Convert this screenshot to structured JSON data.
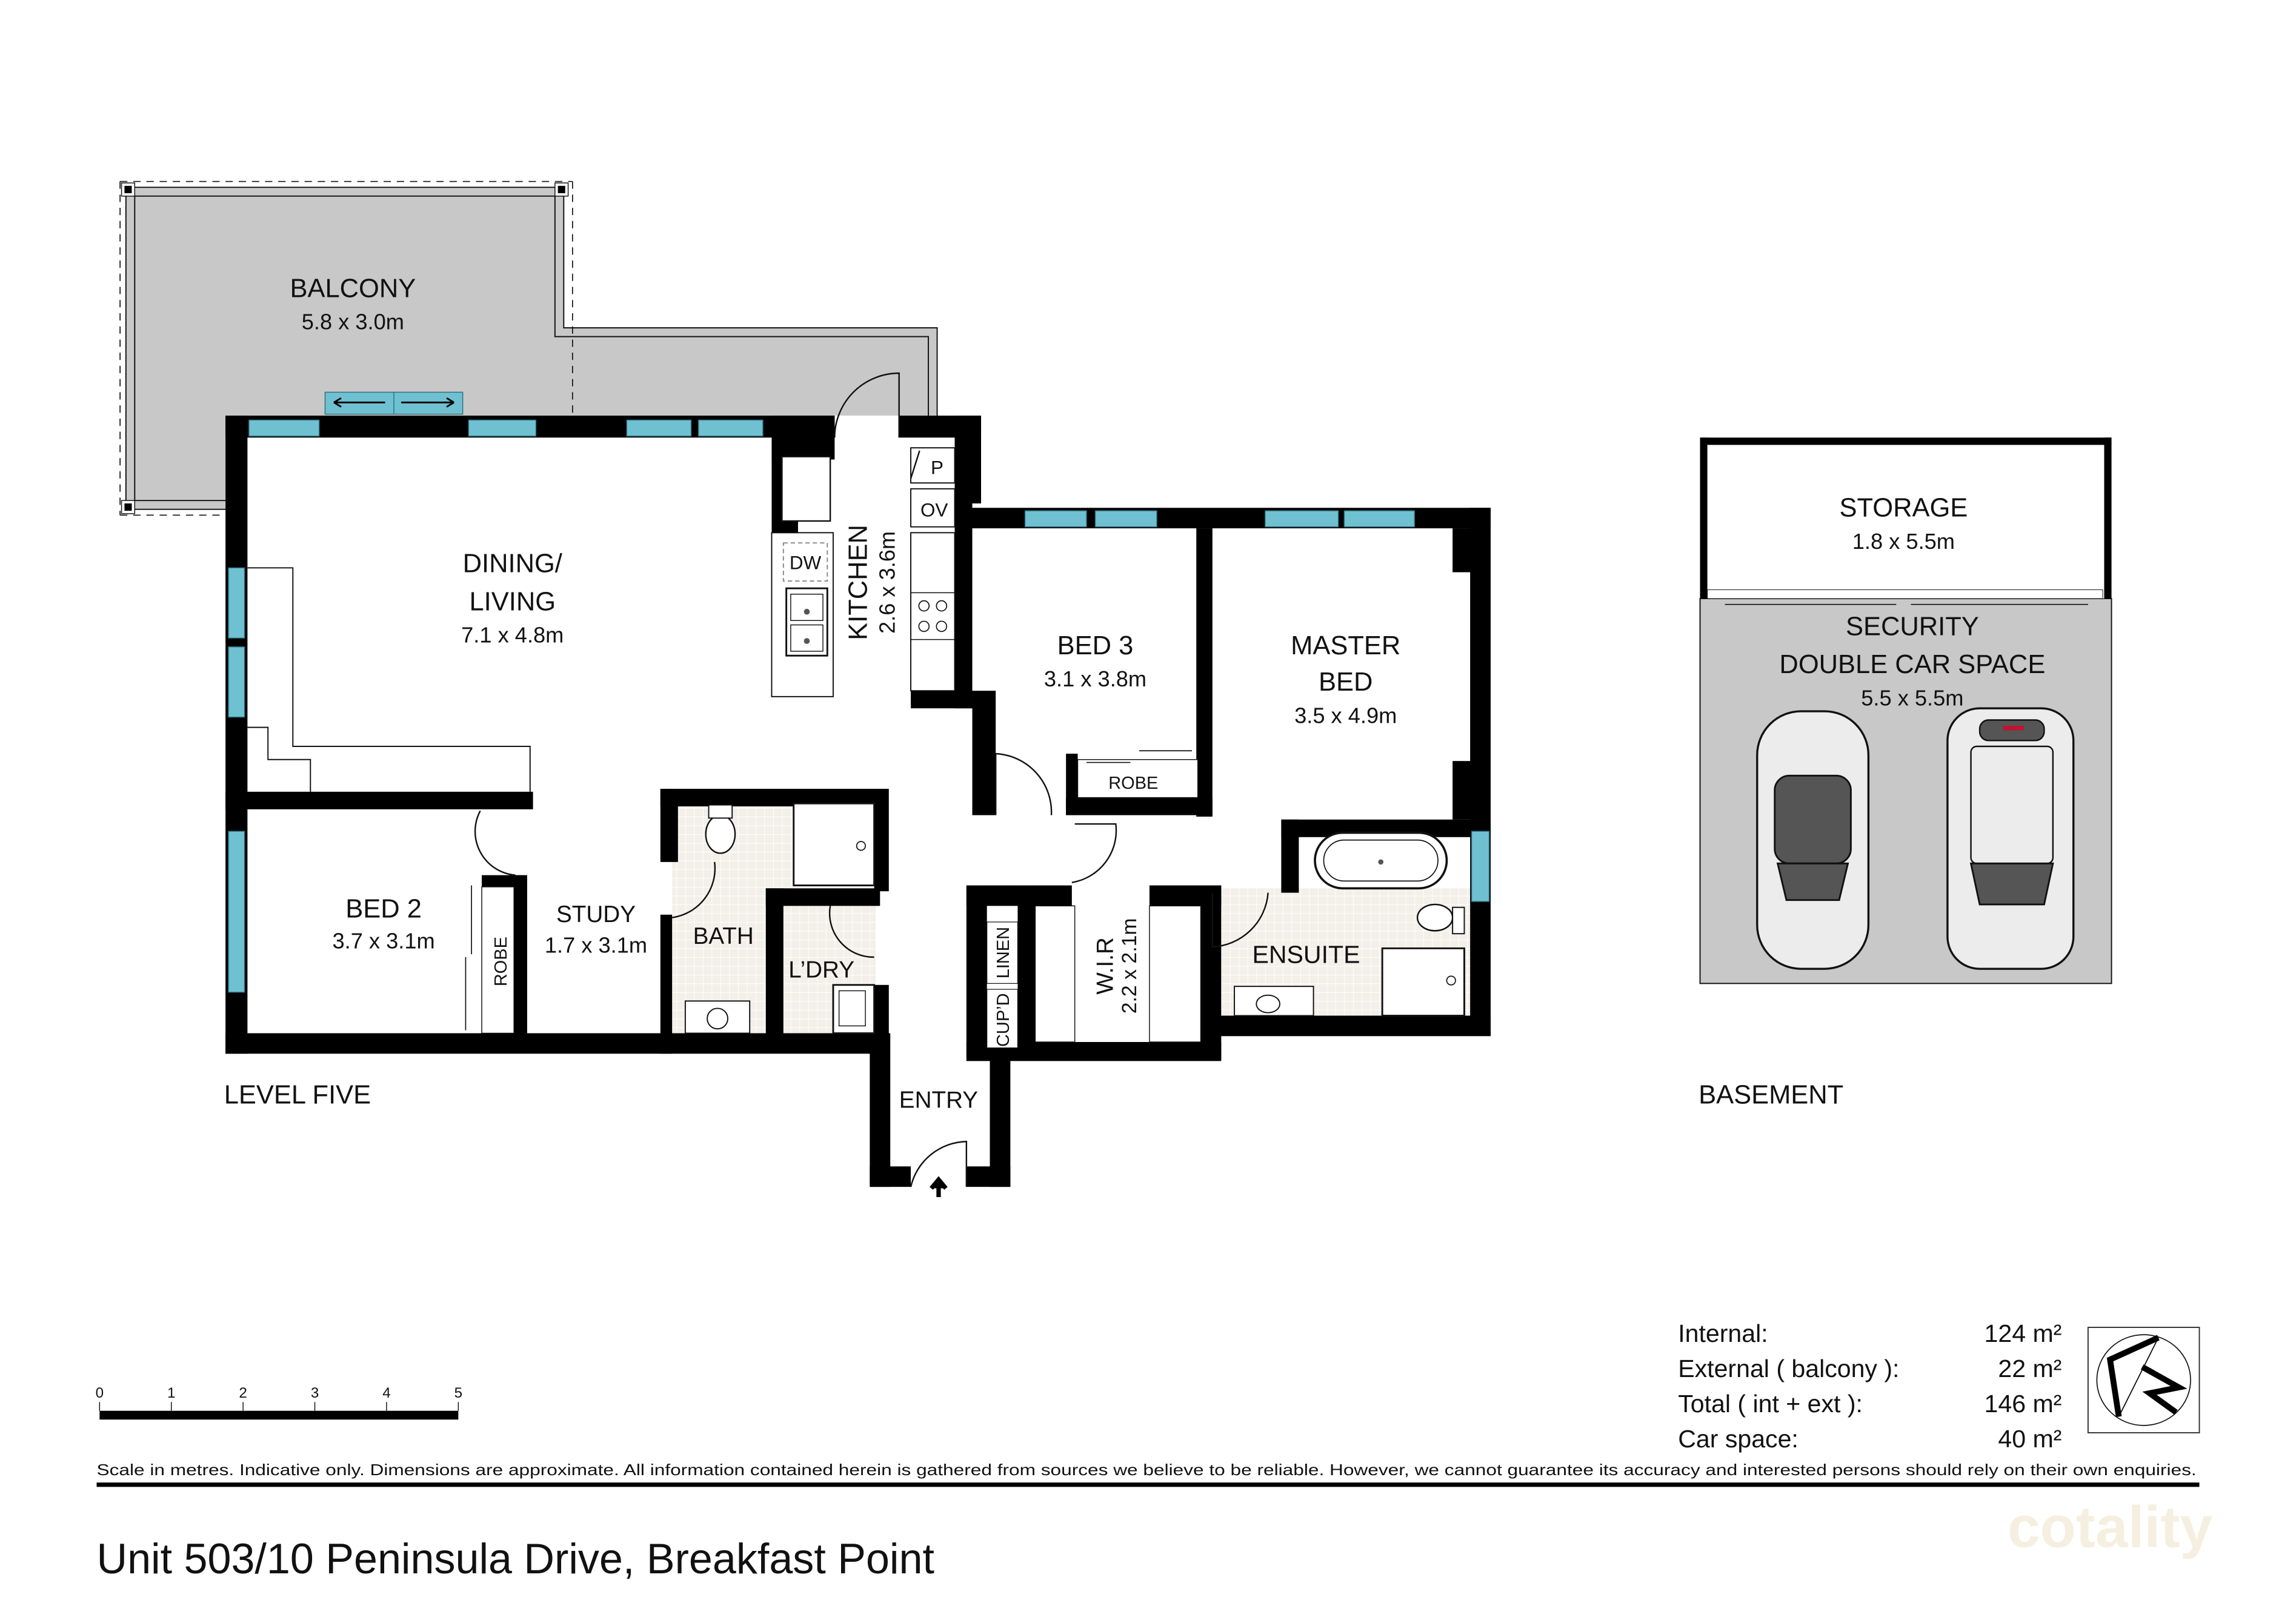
{
  "level_label": "LEVEL FIVE",
  "basement_label": "BASEMENT",
  "rooms": {
    "balcony": {
      "name": "BALCONY",
      "size": "5.8 x 3.0m"
    },
    "dining": {
      "name_line1": "DINING/",
      "name_line2": "LIVING",
      "size": "7.1 x 4.8m"
    },
    "kitchen": {
      "name": "KITCHEN",
      "size": "2.6 x 3.6m",
      "dw": "DW",
      "pantry": "P",
      "oven": "OV"
    },
    "bed3": {
      "name": "BED 3",
      "size": "3.1 x 3.8m",
      "robe": "ROBE"
    },
    "master": {
      "name_line1": "MASTER",
      "name_line2": "BED",
      "size": "3.5 x 4.9m"
    },
    "bed2": {
      "name": "BED 2",
      "size": "3.7 x 3.1m",
      "robe": "ROBE"
    },
    "study": {
      "name": "STUDY",
      "size": "1.7 x 3.1m"
    },
    "bath": {
      "name": "BATH"
    },
    "laundry": {
      "name": "L’DRY"
    },
    "linen": {
      "name": "LINEN"
    },
    "cupd": {
      "name": "CUP’D"
    },
    "wir": {
      "name": "W.I.R",
      "size": "2.2 x 2.1m"
    },
    "ensuite": {
      "name": "ENSUITE"
    },
    "entry": {
      "name": "ENTRY"
    },
    "storage": {
      "name": "STORAGE",
      "size": "1.8 x 5.5m"
    },
    "carspace": {
      "name_line1": "SECURITY",
      "name_line2": "DOUBLE CAR SPACE",
      "size": "5.5 x 5.5m"
    }
  },
  "areas": [
    {
      "label": "Internal:",
      "value": "124 m²"
    },
    {
      "label": "External ( balcony ):",
      "value": "22 m²"
    },
    {
      "label": "Total ( int + ext ):",
      "value": "146 m²"
    },
    {
      "label": "Car space:",
      "value": "40 m²"
    }
  ],
  "scale_bar": {
    "ticks": [
      "0",
      "1",
      "2",
      "3",
      "4",
      "5"
    ],
    "unit": "metres"
  },
  "disclaimer": "Scale in metres. Indicative only. Dimensions are approximate. All information contained herein is gathered from sources we believe to be reliable. However, we cannot guarantee its accuracy and interested persons should rely on their own enquiries.",
  "address": "Unit 503/10 Peninsula Drive, Breakfast Point",
  "watermark": "cotality",
  "icons": {
    "north": "compass-north-icon",
    "entry_arrow": "entry-arrow-icon"
  },
  "colors": {
    "window": "#6fc1d2",
    "balcony": "#c8c8c8",
    "wet_area": "#f3efe9",
    "wall": "#000000",
    "watermark": "#f5efe0"
  }
}
